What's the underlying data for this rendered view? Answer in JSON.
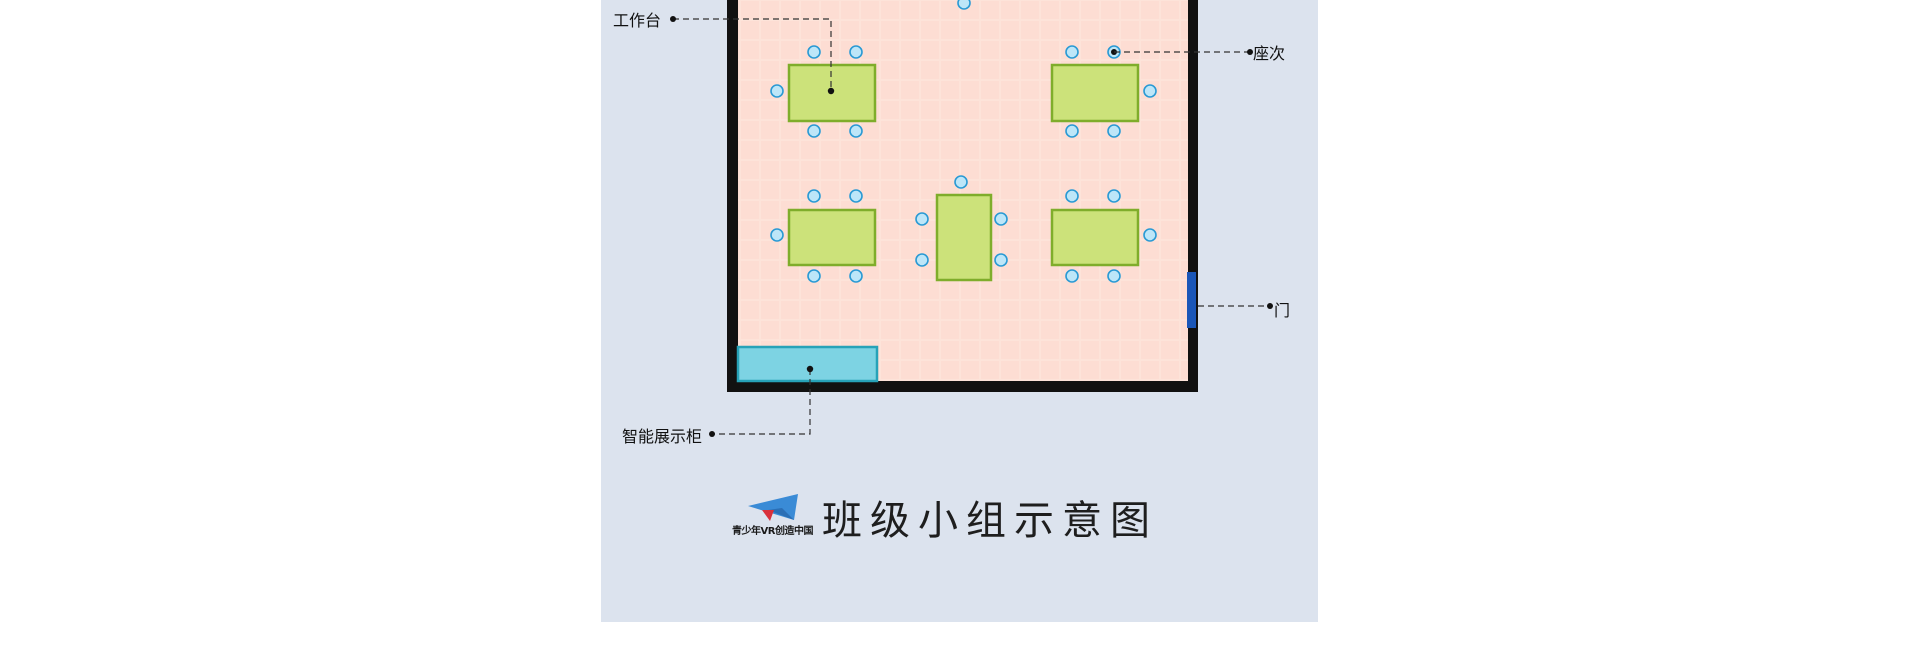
{
  "labels": {
    "workbench": "工作台",
    "seat": "座次",
    "door": "门",
    "display_cabinet": "智能展示柜"
  },
  "title": "班级小组示意图",
  "logo": {
    "text": "青少年VR创造中国"
  },
  "colors": {
    "panel_bg": "#dce3ee",
    "floor": "#fde3d9",
    "wall": "#111111",
    "table_fill": "#cce27a",
    "table_stroke": "#7fad2b",
    "seat_fill": "#bde6f8",
    "seat_stroke": "#2a9ad4",
    "cabinet_fill": "#7dd3e3",
    "cabinet_stroke": "#27a2b8",
    "door": "#1a56b8",
    "logo_blue": "#3a8bd6",
    "logo_red": "#d9313b"
  }
}
